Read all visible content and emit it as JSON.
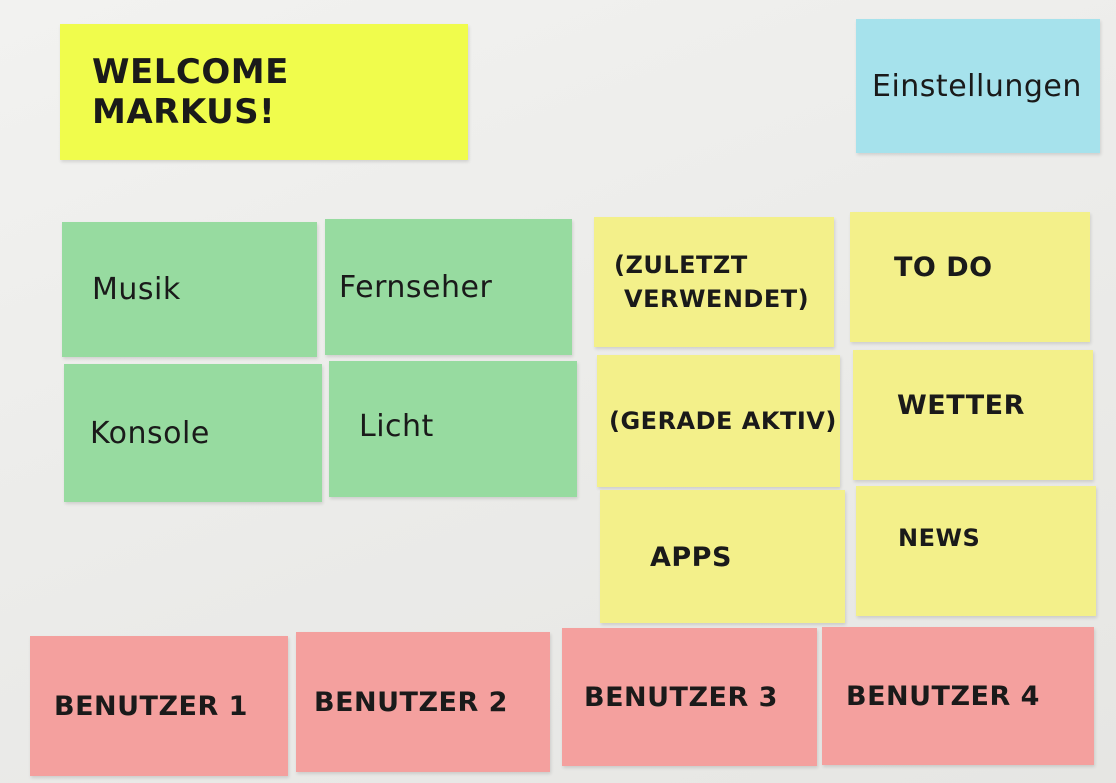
{
  "header": {
    "welcome": "WELCOME MARKUS!",
    "settings": "Einstellungen"
  },
  "devices": {
    "musik": "Musik",
    "fernseher": "Fernseher",
    "konsole": "Konsole",
    "licht": "Licht"
  },
  "apps": {
    "recent_line1": "(ZULETZT",
    "recent_line2": "VERWENDET)",
    "active": "(GERADE AKTIV)",
    "apps": "APPS"
  },
  "widgets": {
    "todo": "TO DO",
    "weather": "WETTER",
    "news": "NEWS"
  },
  "users": {
    "user1": "BENUTZER 1",
    "user2": "BENUTZER 2",
    "user3": "BENUTZER 3",
    "user4": "BENUTZER 4"
  },
  "colors": {
    "welcome": "#f0fc4c",
    "settings": "#a6e2ec",
    "devices": "#97dba0",
    "apps_widgets": "#f3f08a",
    "users": "#f4a09e"
  }
}
